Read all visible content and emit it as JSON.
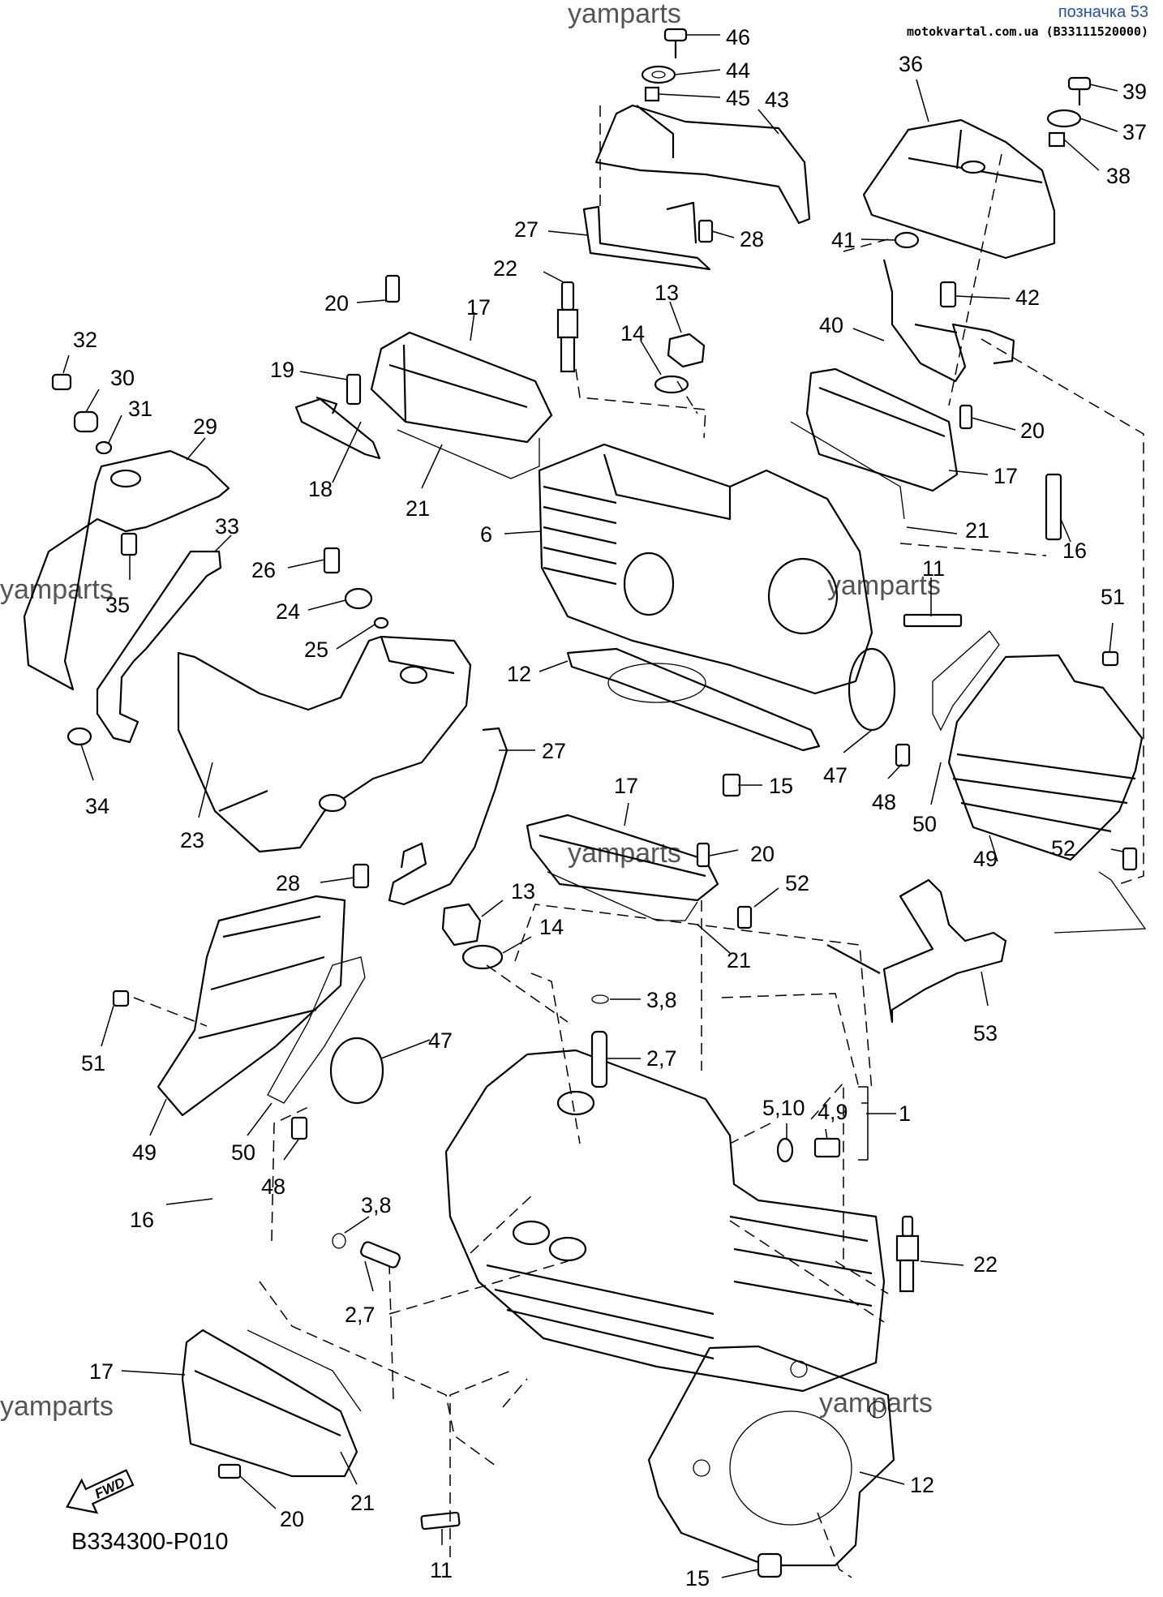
{
  "header": {
    "title": "позначка 53",
    "subtitle": "motokvartal.com.ua (B33111520000)"
  },
  "watermark": "yamparts",
  "diagram_code": "B334300-P010",
  "fwd_label": "FWD",
  "callouts": [
    {
      "id": "c46",
      "label": "46"
    },
    {
      "id": "c44",
      "label": "44"
    },
    {
      "id": "c45",
      "label": "45"
    },
    {
      "id": "c43",
      "label": "43"
    },
    {
      "id": "c36",
      "label": "36"
    },
    {
      "id": "c39",
      "label": "39"
    },
    {
      "id": "c37",
      "label": "37"
    },
    {
      "id": "c38",
      "label": "38"
    },
    {
      "id": "c27a",
      "label": "27"
    },
    {
      "id": "c28a",
      "label": "28"
    },
    {
      "id": "c41",
      "label": "41"
    },
    {
      "id": "c22a",
      "label": "22"
    },
    {
      "id": "c42",
      "label": "42"
    },
    {
      "id": "c20a",
      "label": "20"
    },
    {
      "id": "c17a",
      "label": "17"
    },
    {
      "id": "c13a",
      "label": "13"
    },
    {
      "id": "c40",
      "label": "40"
    },
    {
      "id": "c32",
      "label": "32"
    },
    {
      "id": "c14a",
      "label": "14"
    },
    {
      "id": "c30",
      "label": "30"
    },
    {
      "id": "c19",
      "label": "19"
    },
    {
      "id": "c31",
      "label": "31"
    },
    {
      "id": "c29",
      "label": "29"
    },
    {
      "id": "c20b",
      "label": "20"
    },
    {
      "id": "c17b",
      "label": "17"
    },
    {
      "id": "c18",
      "label": "18"
    },
    {
      "id": "c21a",
      "label": "21"
    },
    {
      "id": "c33",
      "label": "33"
    },
    {
      "id": "c6",
      "label": "6"
    },
    {
      "id": "c21b",
      "label": "21"
    },
    {
      "id": "c16a",
      "label": "16"
    },
    {
      "id": "c26",
      "label": "26"
    },
    {
      "id": "c11a",
      "label": "11"
    },
    {
      "id": "c35",
      "label": "35"
    },
    {
      "id": "c24",
      "label": "24"
    },
    {
      "id": "c51a",
      "label": "51"
    },
    {
      "id": "c25",
      "label": "25"
    },
    {
      "id": "c12a",
      "label": "12"
    },
    {
      "id": "c27b",
      "label": "27"
    },
    {
      "id": "c47a",
      "label": "47"
    },
    {
      "id": "c48a",
      "label": "48"
    },
    {
      "id": "c34",
      "label": "34"
    },
    {
      "id": "c23",
      "label": "23"
    },
    {
      "id": "c17c",
      "label": "17"
    },
    {
      "id": "c15a",
      "label": "15"
    },
    {
      "id": "c50a",
      "label": "50"
    },
    {
      "id": "c20c",
      "label": "20"
    },
    {
      "id": "c49a",
      "label": "49"
    },
    {
      "id": "c52a",
      "label": "52"
    },
    {
      "id": "c28b",
      "label": "28"
    },
    {
      "id": "c52b",
      "label": "52"
    },
    {
      "id": "c13b",
      "label": "13"
    },
    {
      "id": "c14b",
      "label": "14"
    },
    {
      "id": "c21c",
      "label": "21"
    },
    {
      "id": "c38b",
      "label": "3,8"
    },
    {
      "id": "c51b",
      "label": "51"
    },
    {
      "id": "c53",
      "label": "53"
    },
    {
      "id": "c47b",
      "label": "47"
    },
    {
      "id": "c27c",
      "label": "2,7"
    },
    {
      "id": "c49b",
      "label": "49"
    },
    {
      "id": "c50b",
      "label": "50"
    },
    {
      "id": "c49c",
      "label": "4,9"
    },
    {
      "id": "c510",
      "label": "5,10"
    },
    {
      "id": "c1",
      "label": "1"
    },
    {
      "id": "c48b",
      "label": "48"
    },
    {
      "id": "c16b",
      "label": "16"
    },
    {
      "id": "c38c",
      "label": "3,8"
    },
    {
      "id": "c22b",
      "label": "22"
    },
    {
      "id": "c27d",
      "label": "2,7"
    },
    {
      "id": "c17d",
      "label": "17"
    },
    {
      "id": "c21d",
      "label": "21"
    },
    {
      "id": "c12b",
      "label": "12"
    },
    {
      "id": "c20d",
      "label": "20"
    },
    {
      "id": "c11b",
      "label": "11"
    },
    {
      "id": "c15b",
      "label": "15"
    }
  ]
}
